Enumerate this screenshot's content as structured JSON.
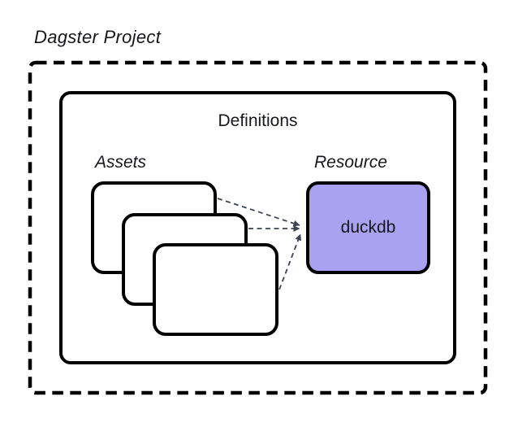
{
  "diagram": {
    "title": "Dagster Project",
    "definitions": {
      "label": "Definitions"
    },
    "assets": {
      "label": "Assets",
      "count": 3
    },
    "resource": {
      "label": "Resource",
      "node_label": "duckdb"
    },
    "colors": {
      "outline": "#000000",
      "resource_fill": "#a9a2f0",
      "connector": "#3c4452",
      "text": "#15171c",
      "background": "#ffffff"
    }
  }
}
